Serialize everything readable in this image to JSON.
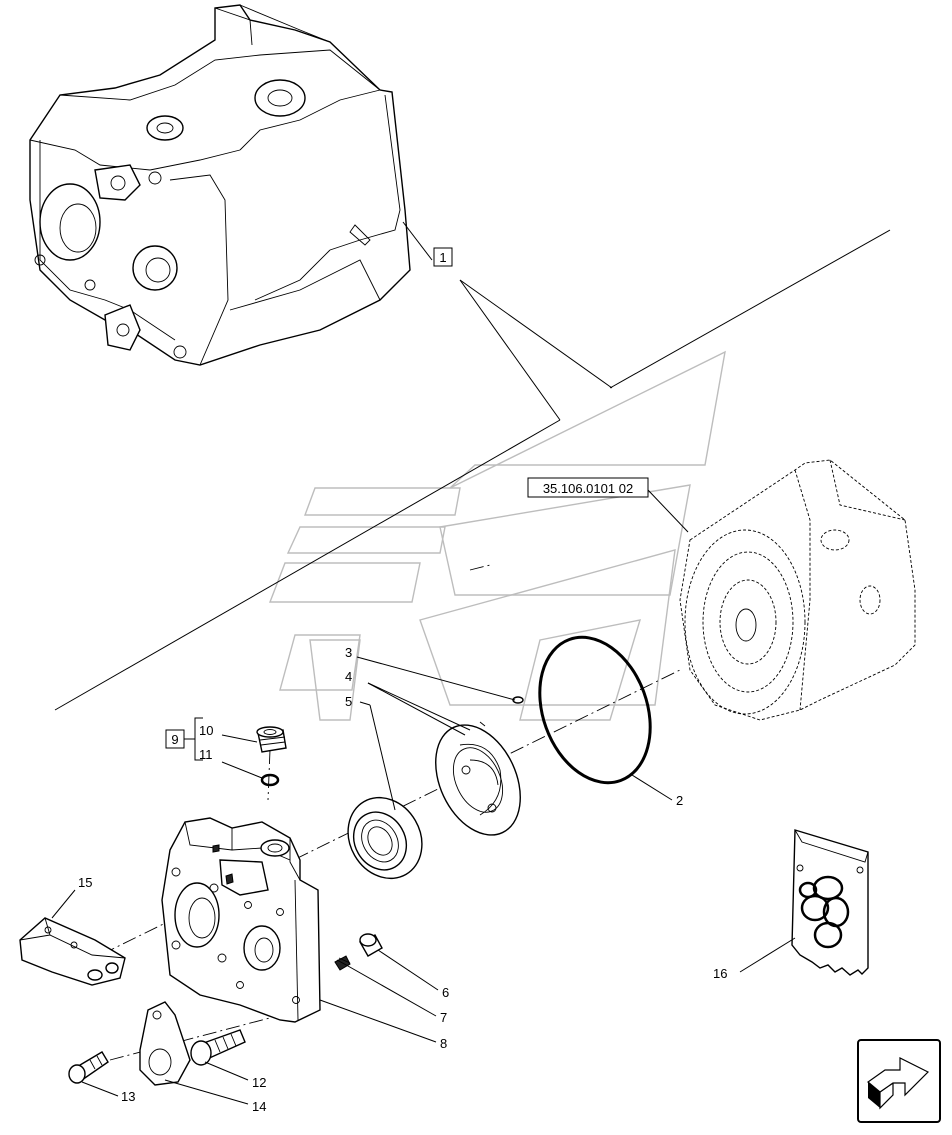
{
  "reference_box": "35.106.0101 02",
  "callouts": {
    "c1": "1",
    "c2": "2",
    "c3": "3",
    "c4": "4",
    "c5": "5",
    "c6": "6",
    "c7": "7",
    "c8": "8",
    "c9": "9",
    "c10": "10",
    "c11": "11",
    "c12": "12",
    "c13": "13",
    "c14": "14",
    "c15": "15",
    "c16": "16"
  },
  "icons": {
    "watermark": "chevron-logo-watermark",
    "nav": "next-page-arrow-icon"
  },
  "colors": {
    "line": "#000000",
    "watermark": "#bdbdbd",
    "background": "#ffffff"
  }
}
